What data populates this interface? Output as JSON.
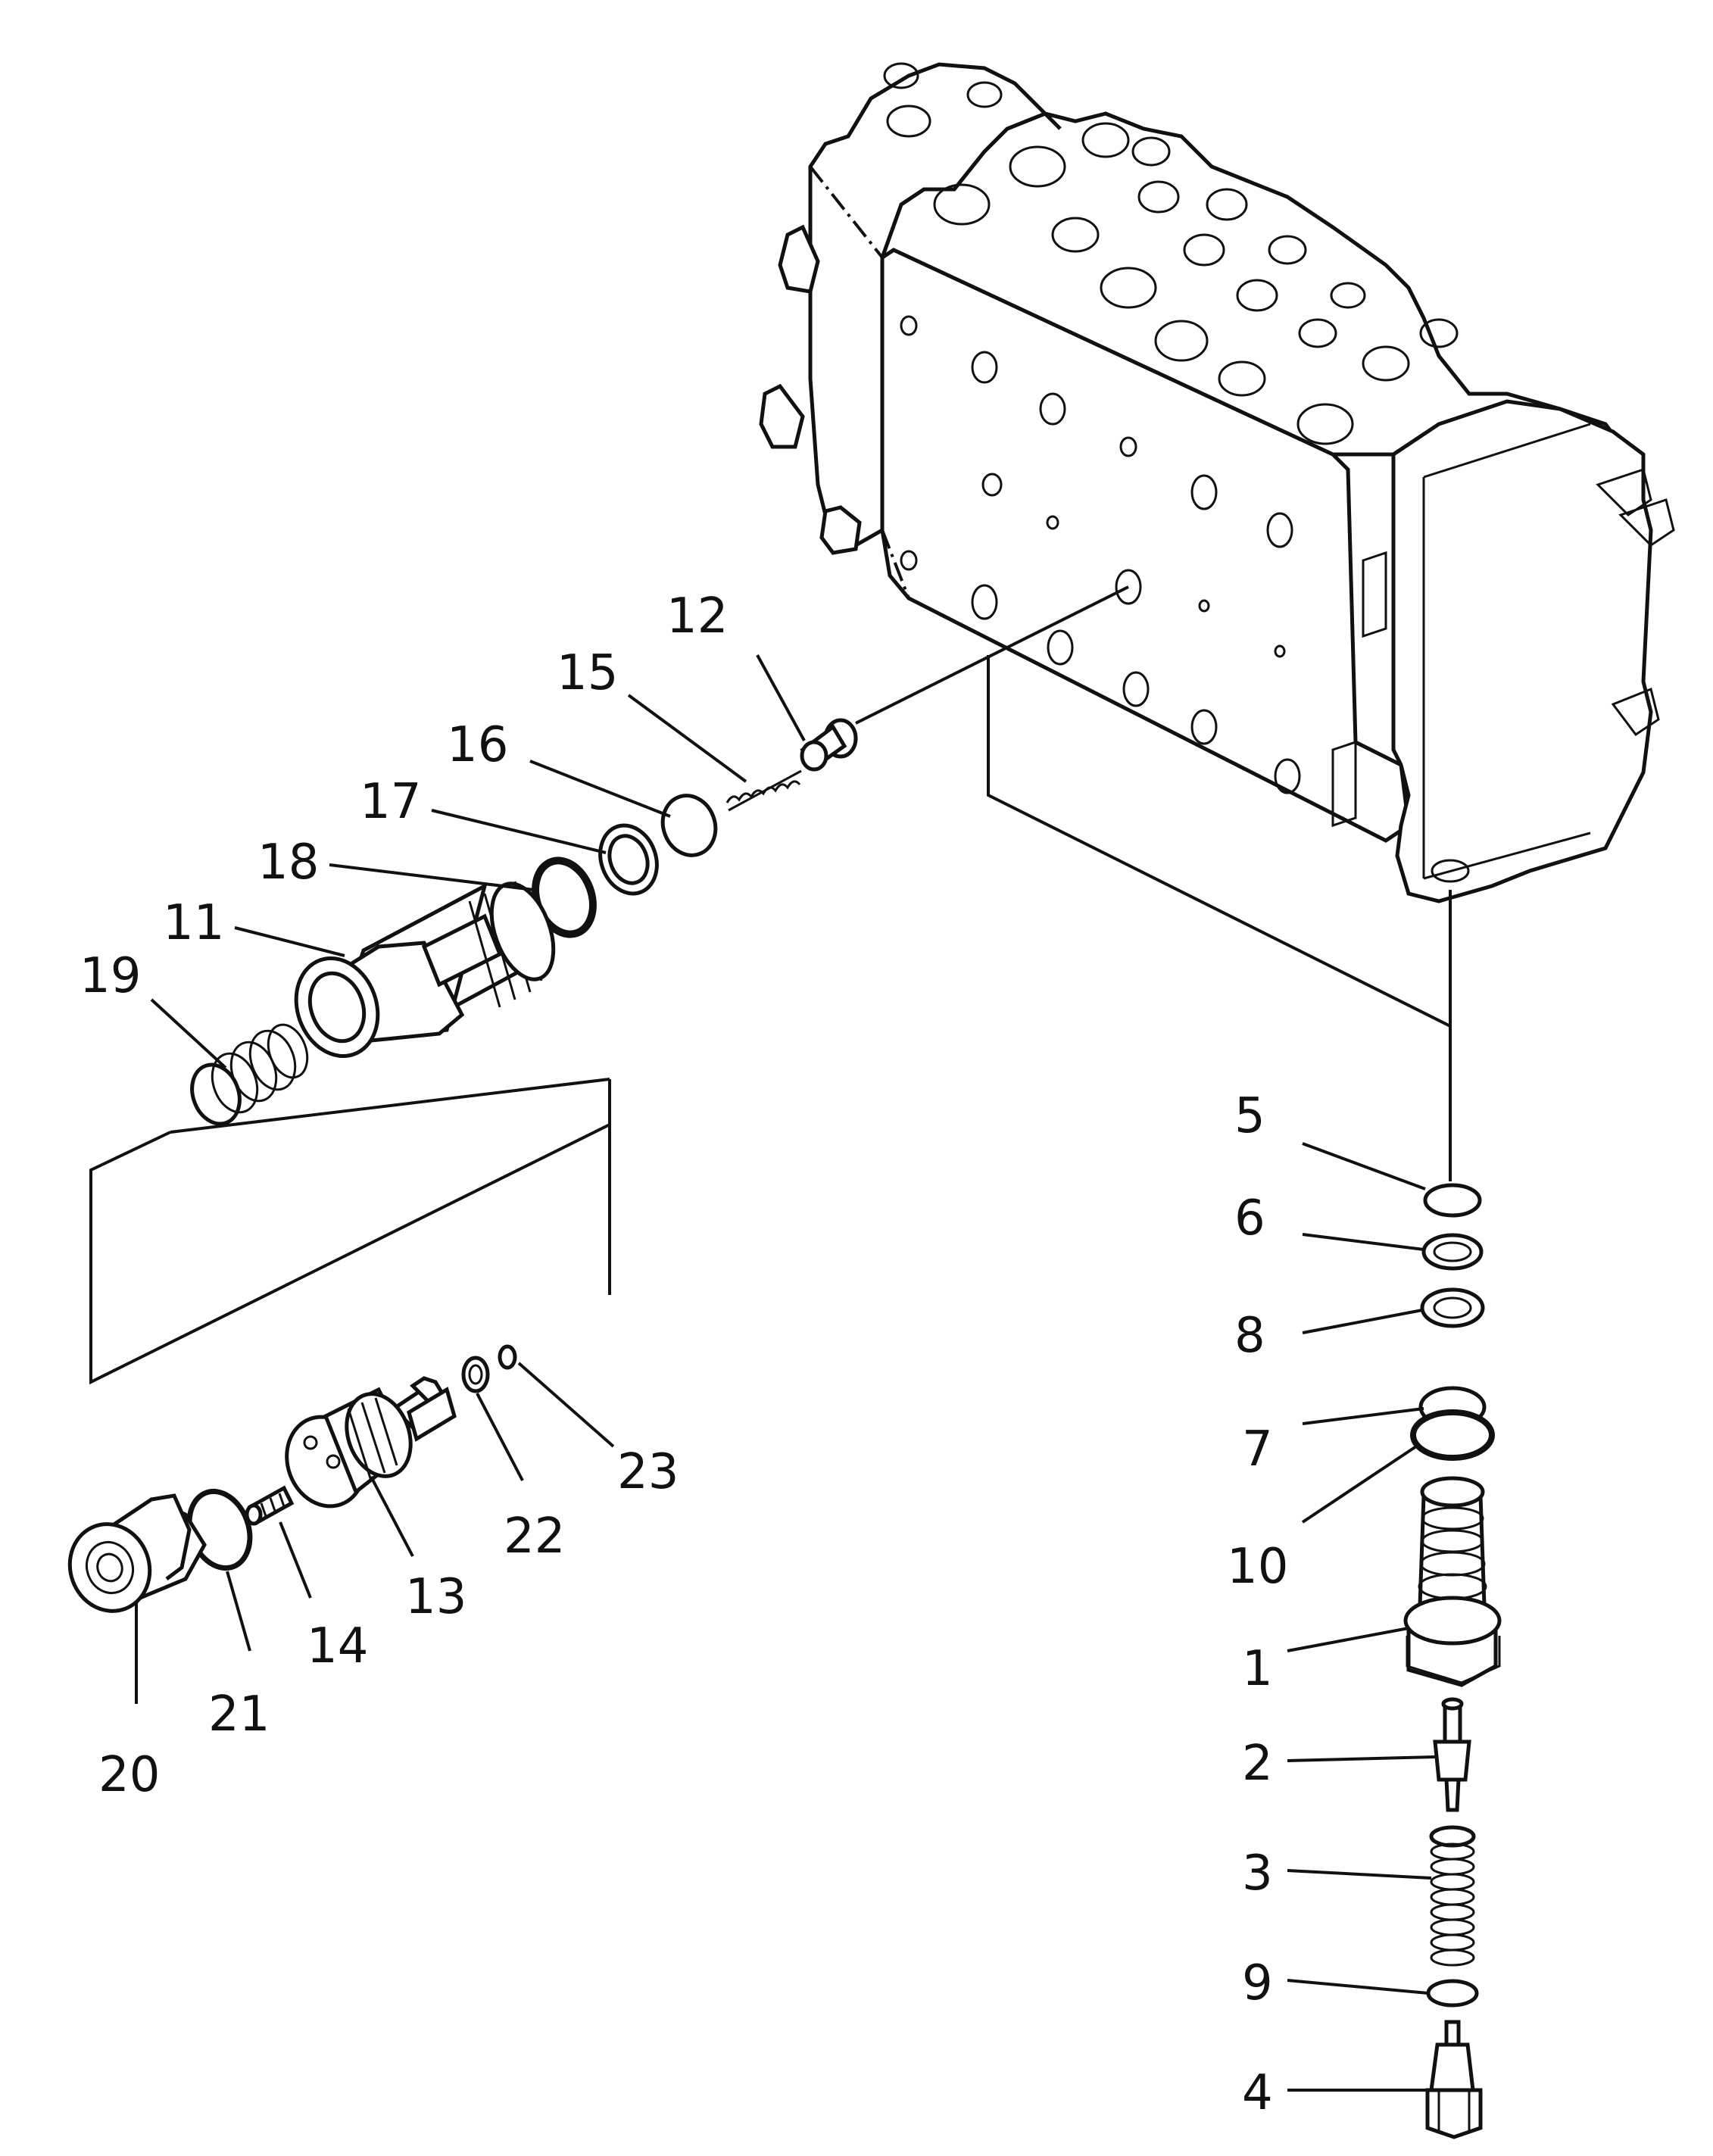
{
  "diagram": {
    "type": "exploded-parts-view",
    "callouts": [
      {
        "id": "c1",
        "label": "1"
      },
      {
        "id": "c2",
        "label": "2"
      },
      {
        "id": "c3",
        "label": "3"
      },
      {
        "id": "c4",
        "label": "4"
      },
      {
        "id": "c5",
        "label": "5"
      },
      {
        "id": "c6",
        "label": "6"
      },
      {
        "id": "c7",
        "label": "7"
      },
      {
        "id": "c8",
        "label": "8"
      },
      {
        "id": "c9",
        "label": "9"
      },
      {
        "id": "c10",
        "label": "10"
      },
      {
        "id": "c11",
        "label": "11"
      },
      {
        "id": "c12",
        "label": "12"
      },
      {
        "id": "c13",
        "label": "13"
      },
      {
        "id": "c14",
        "label": "14"
      },
      {
        "id": "c15",
        "label": "15"
      },
      {
        "id": "c16",
        "label": "16"
      },
      {
        "id": "c17",
        "label": "17"
      },
      {
        "id": "c18",
        "label": "18"
      },
      {
        "id": "c19",
        "label": "19"
      },
      {
        "id": "c20",
        "label": "20"
      },
      {
        "id": "c21",
        "label": "21"
      },
      {
        "id": "c22",
        "label": "22"
      },
      {
        "id": "c23",
        "label": "23"
      }
    ]
  }
}
